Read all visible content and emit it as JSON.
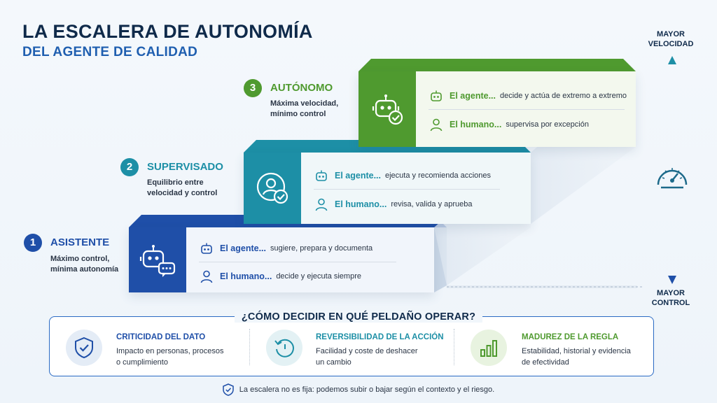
{
  "title": "LA ESCALERA DE AUTONOMÍA",
  "subtitle": "DEL AGENTE DE CALIDAD",
  "steps": [
    {
      "num": "1",
      "name": "ASISTENTE",
      "desc1": "Máximo control,",
      "desc2": "mínima autonomía",
      "agent_label": "El agente...",
      "agent_text": "sugiere, prepara y documenta",
      "human_label": "El humano...",
      "human_text": "decide y ejecuta siempre",
      "color": "#1f4fa8"
    },
    {
      "num": "2",
      "name": "SUPERVISADO",
      "desc1": "Equilibrio entre",
      "desc2": "velocidad y control",
      "agent_label": "El agente...",
      "agent_text": "ejecuta y recomienda acciones",
      "human_label": "El humano...",
      "human_text": "revisa, valida y aprueba",
      "color": "#1d8fa6"
    },
    {
      "num": "3",
      "name": "AUTÓNOMO",
      "desc1": "Máxima velocidad,",
      "desc2": "mínimo control",
      "agent_label": "El agente...",
      "agent_text": "decide y actúa de extremo a extremo",
      "human_label": "El humano...",
      "human_text": "supervisa por excepción",
      "color": "#4f9a2f"
    }
  ],
  "scale": {
    "top_line1": "MAYOR",
    "top_line2": "VELOCIDAD",
    "bottom_line1": "MAYOR",
    "bottom_line2": "CONTROL"
  },
  "panel": {
    "title": "¿CÓMO DECIDIR EN QUÉ PELDAÑO OPERAR?",
    "criteria": [
      {
        "title": "CRITICIDAD DEL DATO",
        "desc1": "Impacto en personas, procesos",
        "desc2": "o cumplimiento",
        "color": "#1f4fa8",
        "icon": "shield-check-icon"
      },
      {
        "title": "REVERSIBILIDAD DE LA ACCIÓN",
        "desc1": "Facilidad y coste de deshacer",
        "desc2": "un cambio",
        "color": "#1d8fa6",
        "icon": "undo-clock-icon"
      },
      {
        "title": "MADUREZ DE LA REGLA",
        "desc1": "Estabilidad, historial y evidencia",
        "desc2": "de efectividad",
        "color": "#4f9a2f",
        "icon": "bar-chart-icon"
      }
    ]
  },
  "footer": "La escalera no es fija: podemos subir o bajar según el contexto y el riesgo."
}
